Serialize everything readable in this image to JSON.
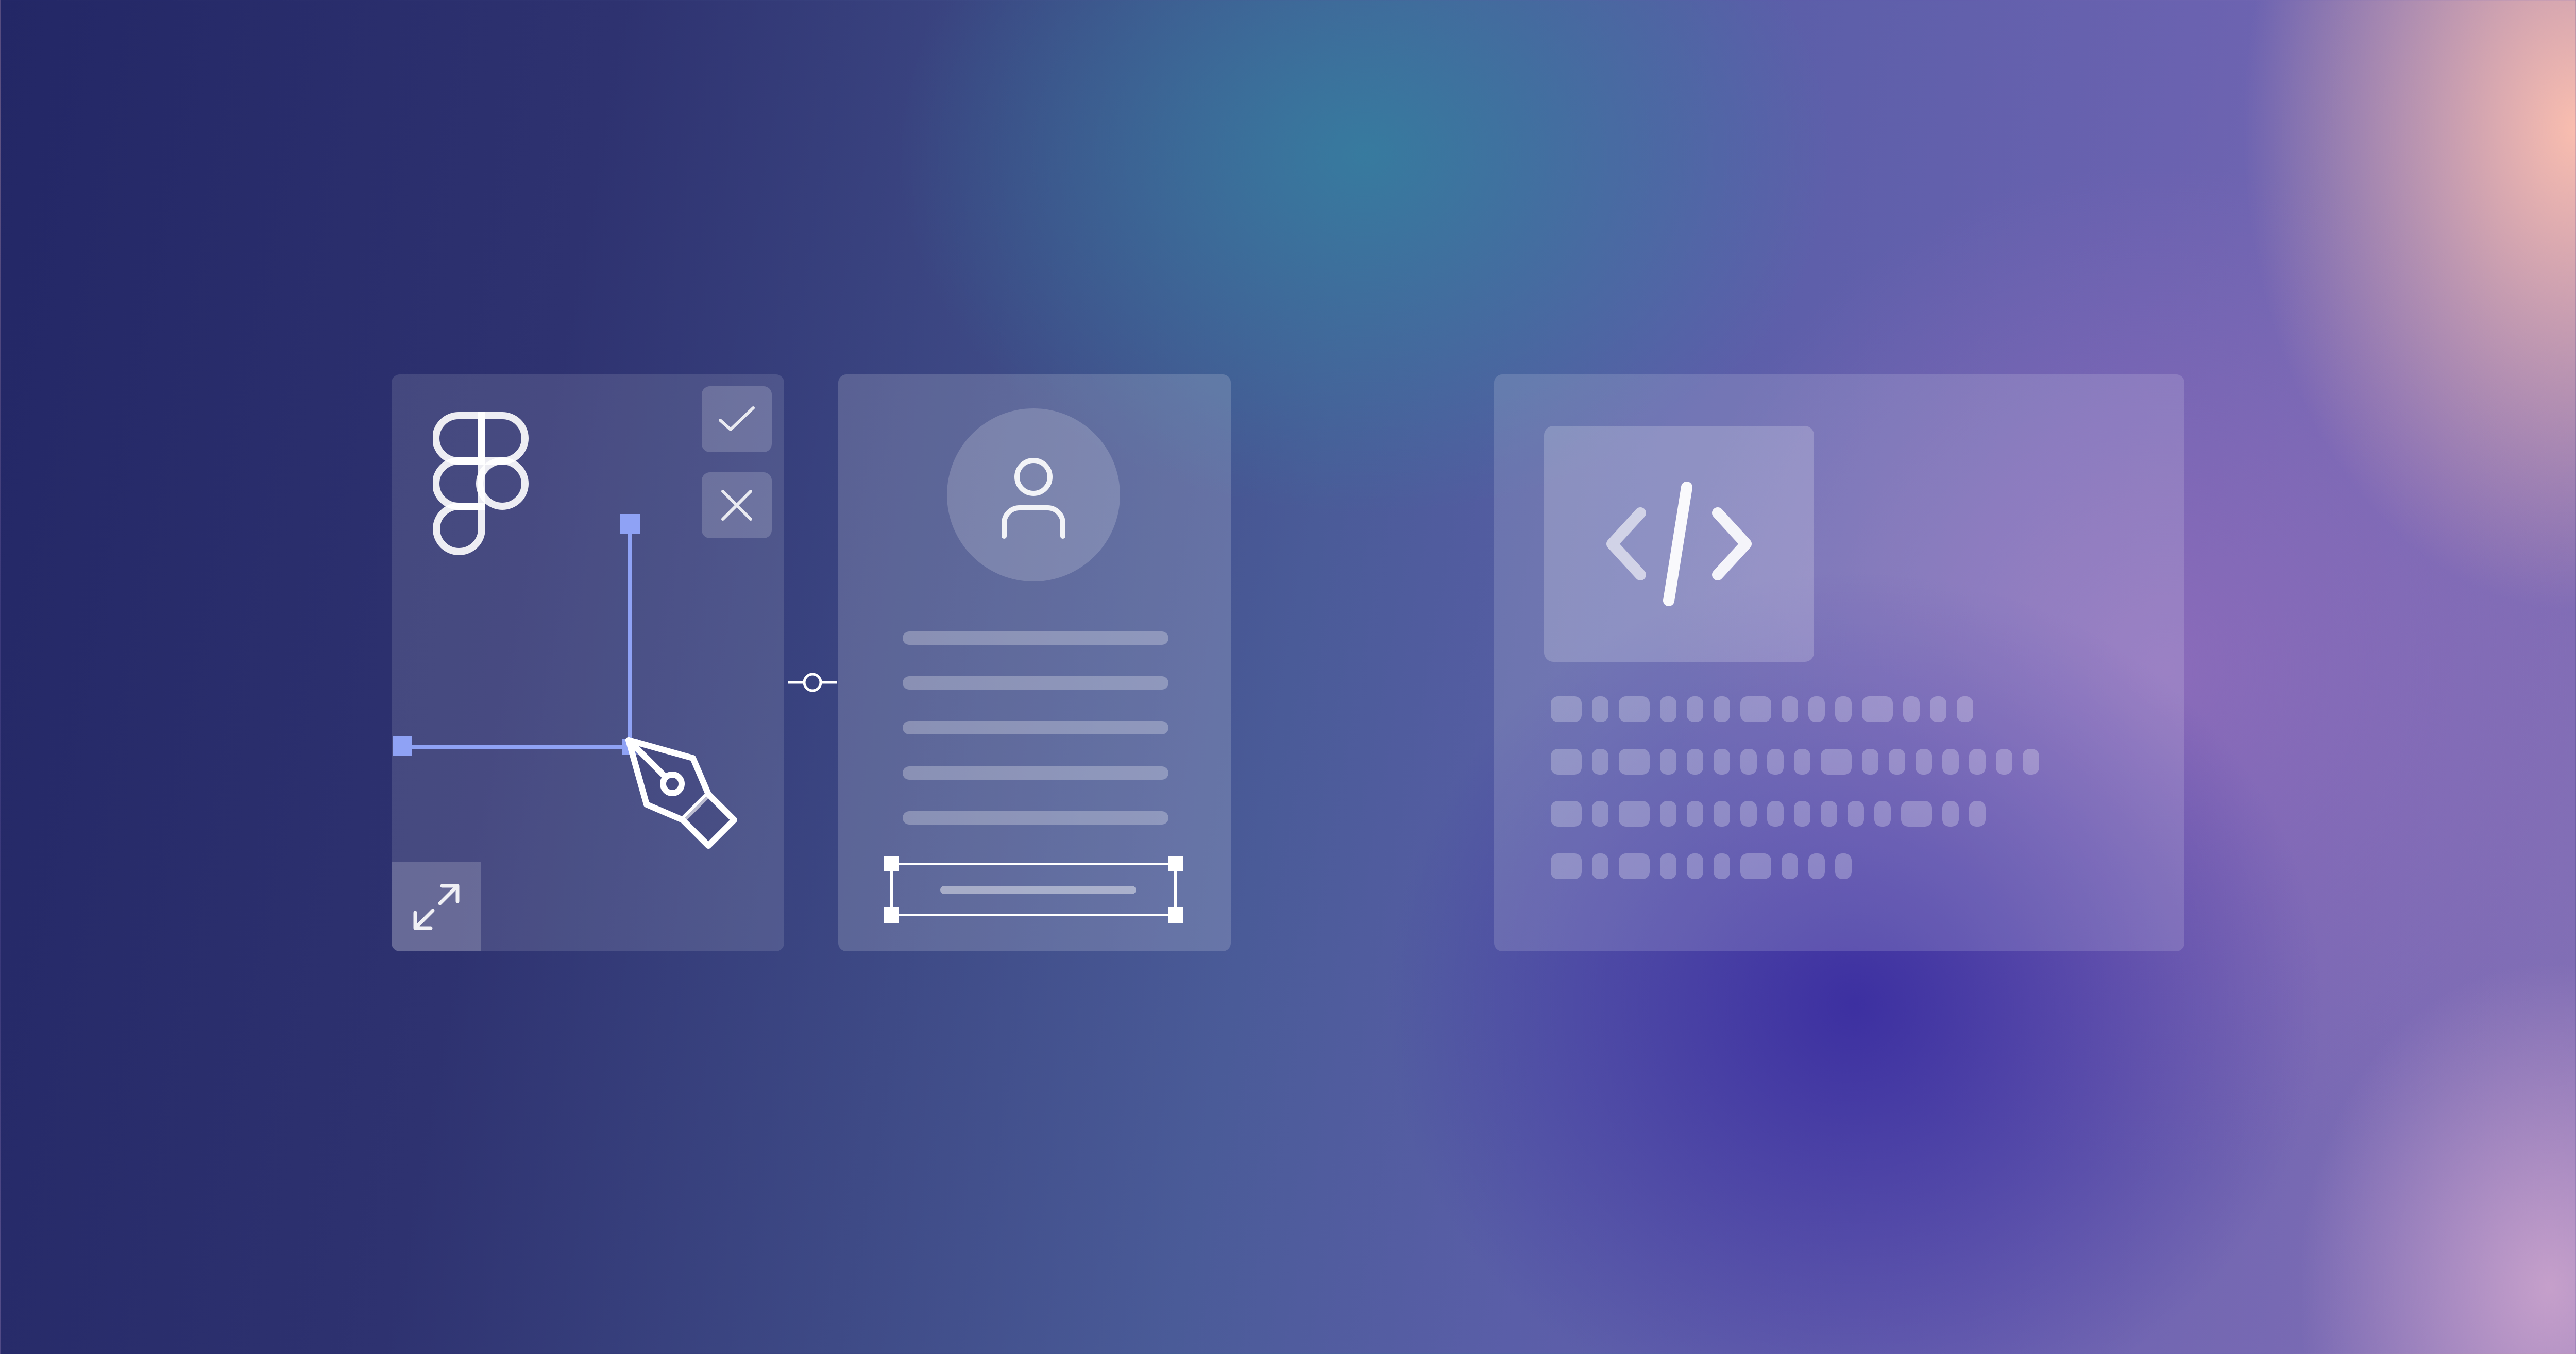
{
  "illustration": {
    "panels": [
      "design",
      "profile",
      "code"
    ],
    "design_panel": {
      "logo": "figma-logo",
      "buttons": [
        {
          "icon": "check-icon"
        },
        {
          "icon": "close-icon"
        }
      ],
      "expand_icon": "expand-icon",
      "tool_icon": "pen-tool-icon",
      "accent_color": "#8fa2f5"
    },
    "profile_panel": {
      "avatar_icon": "user-icon",
      "text_line_count": 5
    },
    "code_panel": {
      "icon": "code-brackets-icon",
      "placeholder_rows": 4
    },
    "colors": {
      "deep_navy": "#232766",
      "teal": "#3480a0",
      "indigo": "#3a2da0",
      "peach": "#fabeaf"
    }
  }
}
